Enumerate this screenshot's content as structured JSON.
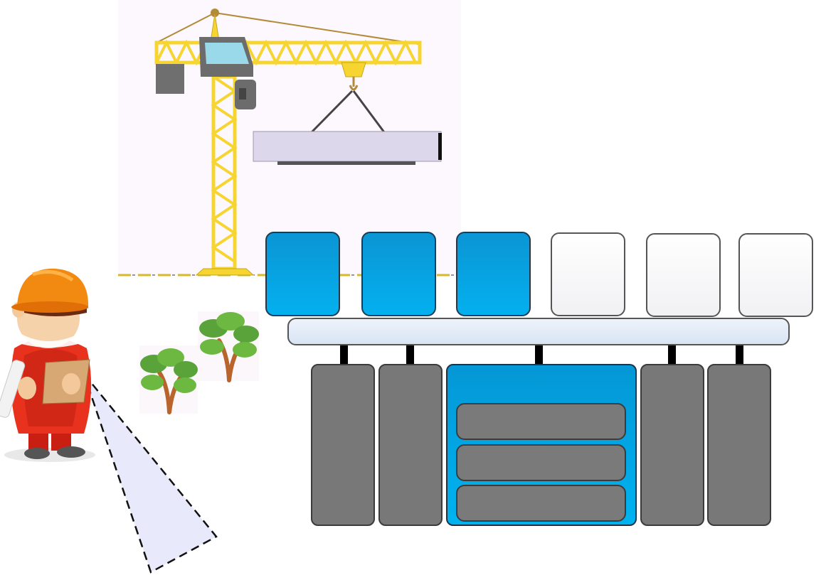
{
  "diagram": {
    "scene": {
      "crane_icon": "tower-crane",
      "worker_icon": "construction-worker",
      "tree_icon": "tree"
    },
    "top_modules": [
      {
        "state": "active",
        "label": ""
      },
      {
        "state": "active",
        "label": ""
      },
      {
        "state": "active",
        "label": ""
      },
      {
        "state": "empty",
        "label": ""
      },
      {
        "state": "empty",
        "label": ""
      },
      {
        "state": "empty",
        "label": ""
      }
    ],
    "bus_label": "",
    "bottom_units": [
      {
        "type": "unit",
        "label": ""
      },
      {
        "type": "unit",
        "label": ""
      },
      {
        "type": "group",
        "label": "",
        "slots": [
          "",
          "",
          ""
        ]
      },
      {
        "type": "unit",
        "label": ""
      },
      {
        "type": "unit",
        "label": ""
      }
    ],
    "colors": {
      "active": "#04a6e6",
      "empty": "#f6f6f8",
      "unit": "#787878",
      "bus": "#e2eaf6",
      "crane": "#f6d531",
      "worker": "#e8321e"
    }
  }
}
